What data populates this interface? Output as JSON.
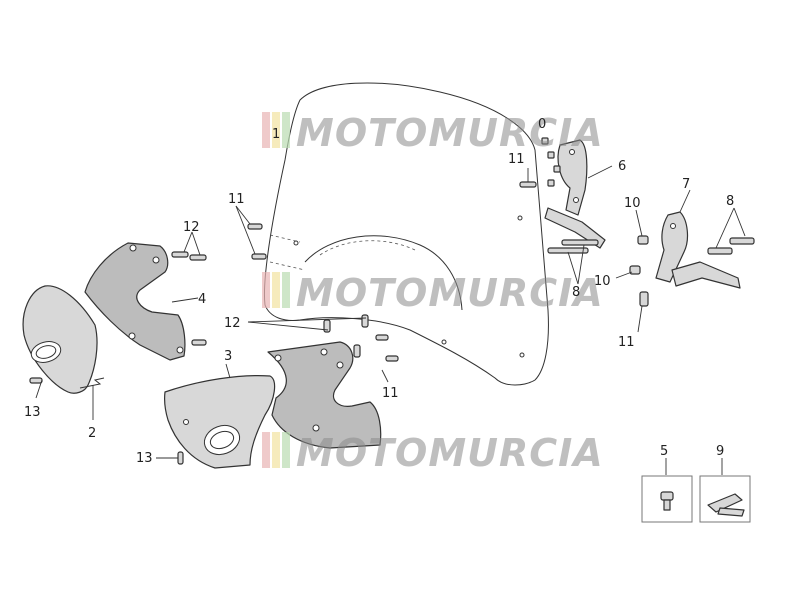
{
  "labels": {
    "l1": "1",
    "l2": "2",
    "l3": "3",
    "l4": "4",
    "l5": "5",
    "l6": "6",
    "l7": "7",
    "l8a": "8",
    "l8b": "8",
    "l9": "9",
    "l10a": "10",
    "l10b": "10",
    "l10c": "0",
    "l11a": "11",
    "l11b": "11",
    "l11c": "11",
    "l11d": "11",
    "l12a": "12",
    "l12b": "12",
    "l13a": "13",
    "l13b": "13"
  },
  "watermark": {
    "text": "MOTOMURCIA"
  },
  "colors": {
    "part_fill": "#d8d8d8",
    "outline": "#333333",
    "watermark": "#8a8a8a"
  }
}
